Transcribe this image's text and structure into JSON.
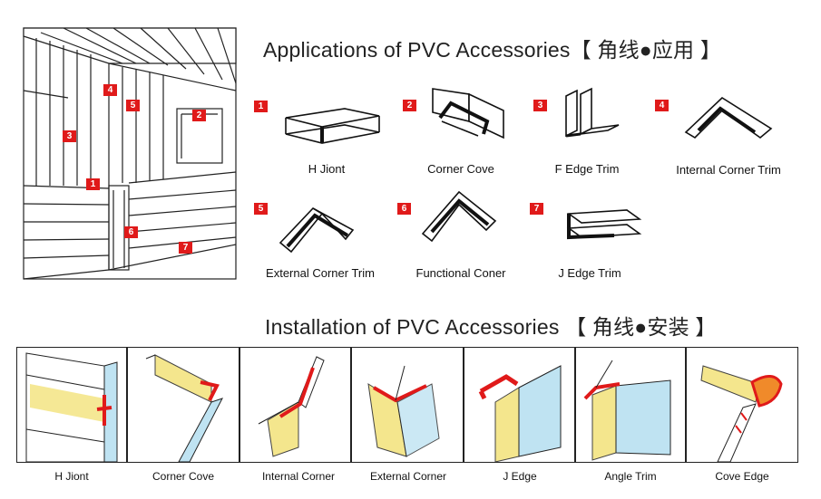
{
  "applications": {
    "title": "Applications of PVC Accessories【 角线●应用 】"
  },
  "scene_badges": [
    "4",
    "5",
    "2",
    "3",
    "1",
    "6",
    "7"
  ],
  "products": [
    {
      "num": "1",
      "label": "H Jiont"
    },
    {
      "num": "2",
      "label": "Corner Cove"
    },
    {
      "num": "3",
      "label": "F Edge Trim"
    },
    {
      "num": "4",
      "label": "Internal Corner Trim"
    },
    {
      "num": "5",
      "label": "External Corner Trim"
    },
    {
      "num": "6",
      "label": "Functional Coner"
    },
    {
      "num": "7",
      "label": "J Edge Trim"
    }
  ],
  "installation": {
    "title": "Installation of PVC Accessories 【 角线●安装 】",
    "panels": [
      {
        "label": "H Jiont"
      },
      {
        "label": "Corner Cove"
      },
      {
        "label": "Internal Corner"
      },
      {
        "label": "External Corner"
      },
      {
        "label": "J Edge"
      },
      {
        "label": "Angle Trim"
      },
      {
        "label": "Cove Edge"
      }
    ]
  },
  "colors": {
    "badge": "#e01a1a",
    "trim": "#e01a1a",
    "panel_yellow": "#f3e27a",
    "panel_blue": "#bfe3f2"
  }
}
